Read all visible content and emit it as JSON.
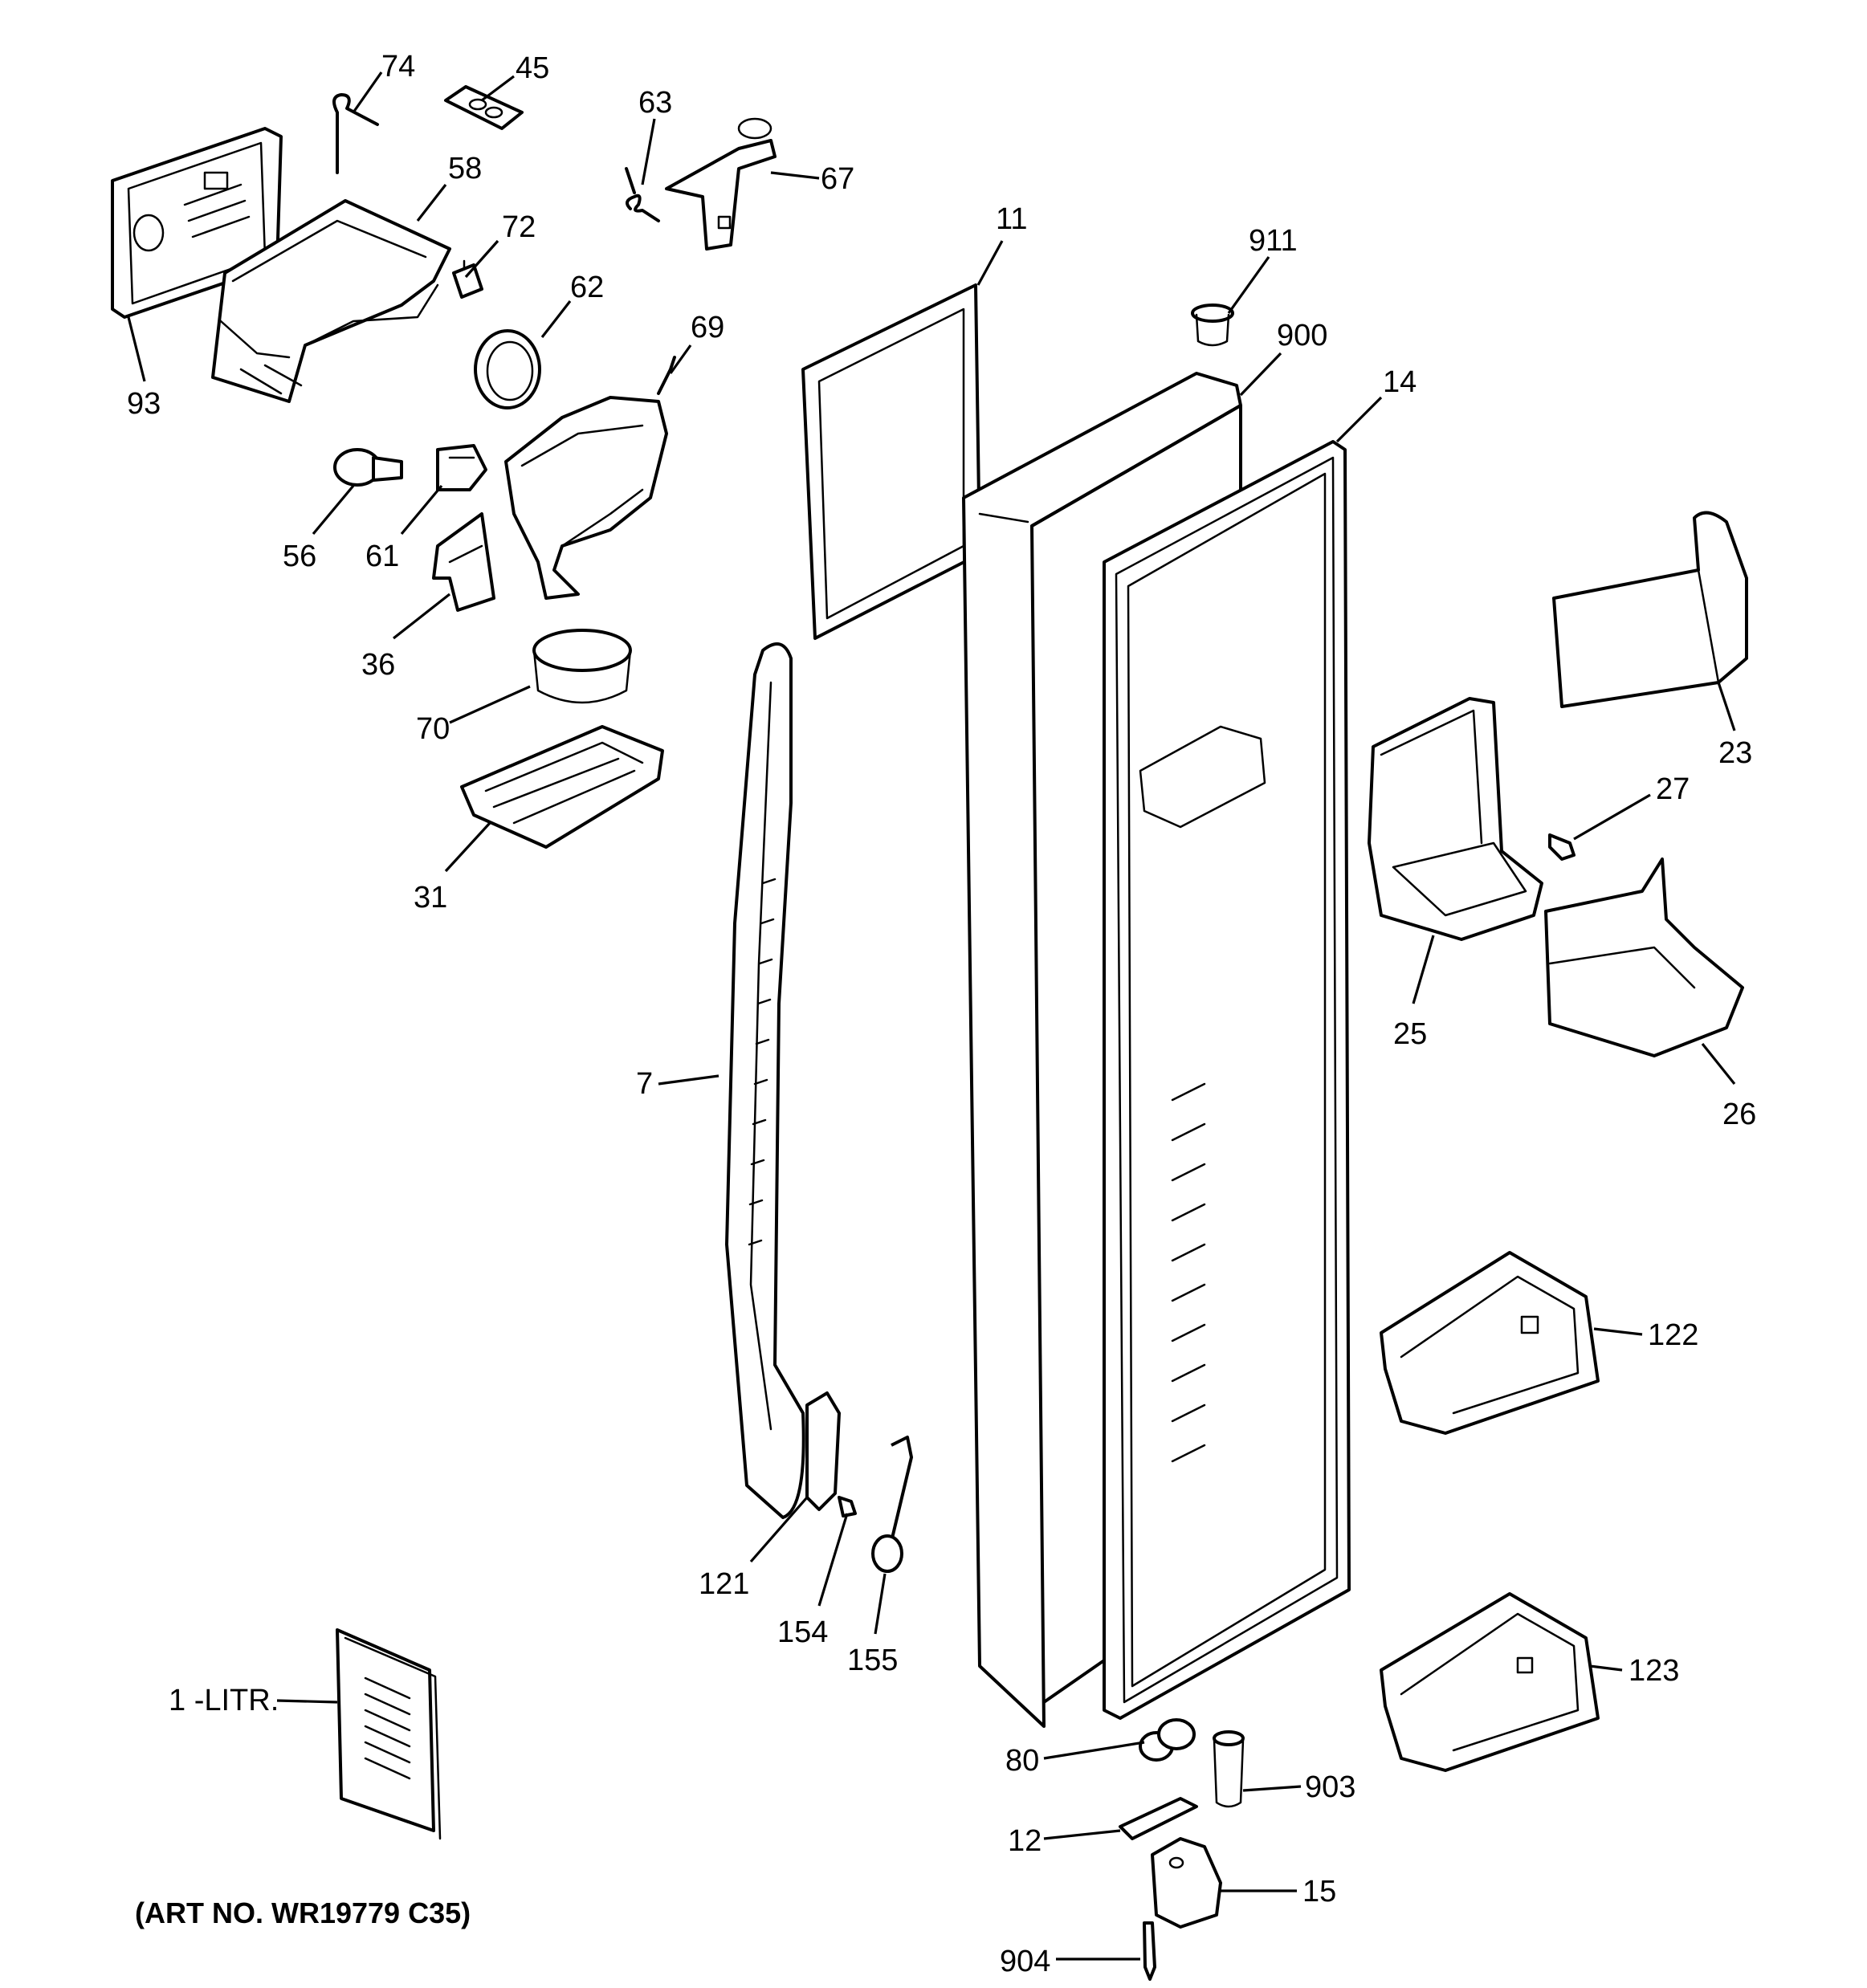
{
  "callouts": {
    "c74": "74",
    "c45": "45",
    "c63": "63",
    "c67": "67",
    "c58": "58",
    "c72": "72",
    "c11": "11",
    "c911": "911",
    "c62": "62",
    "c69": "69",
    "c900": "900",
    "c14": "14",
    "c93": "93",
    "c56": "56",
    "c61": "61",
    "c36": "36",
    "c70": "70",
    "c31": "31",
    "c23": "23",
    "c27": "27",
    "c25": "25",
    "c26": "26",
    "c7": "7",
    "c122": "122",
    "c121": "121",
    "c154": "154",
    "c155": "155",
    "c123": "123",
    "c1": "1 -LITR.",
    "c80": "80",
    "c903": "903",
    "c12": "12",
    "c15": "15",
    "c904": "904"
  },
  "art_number": "(ART NO. WR19779 C35)"
}
